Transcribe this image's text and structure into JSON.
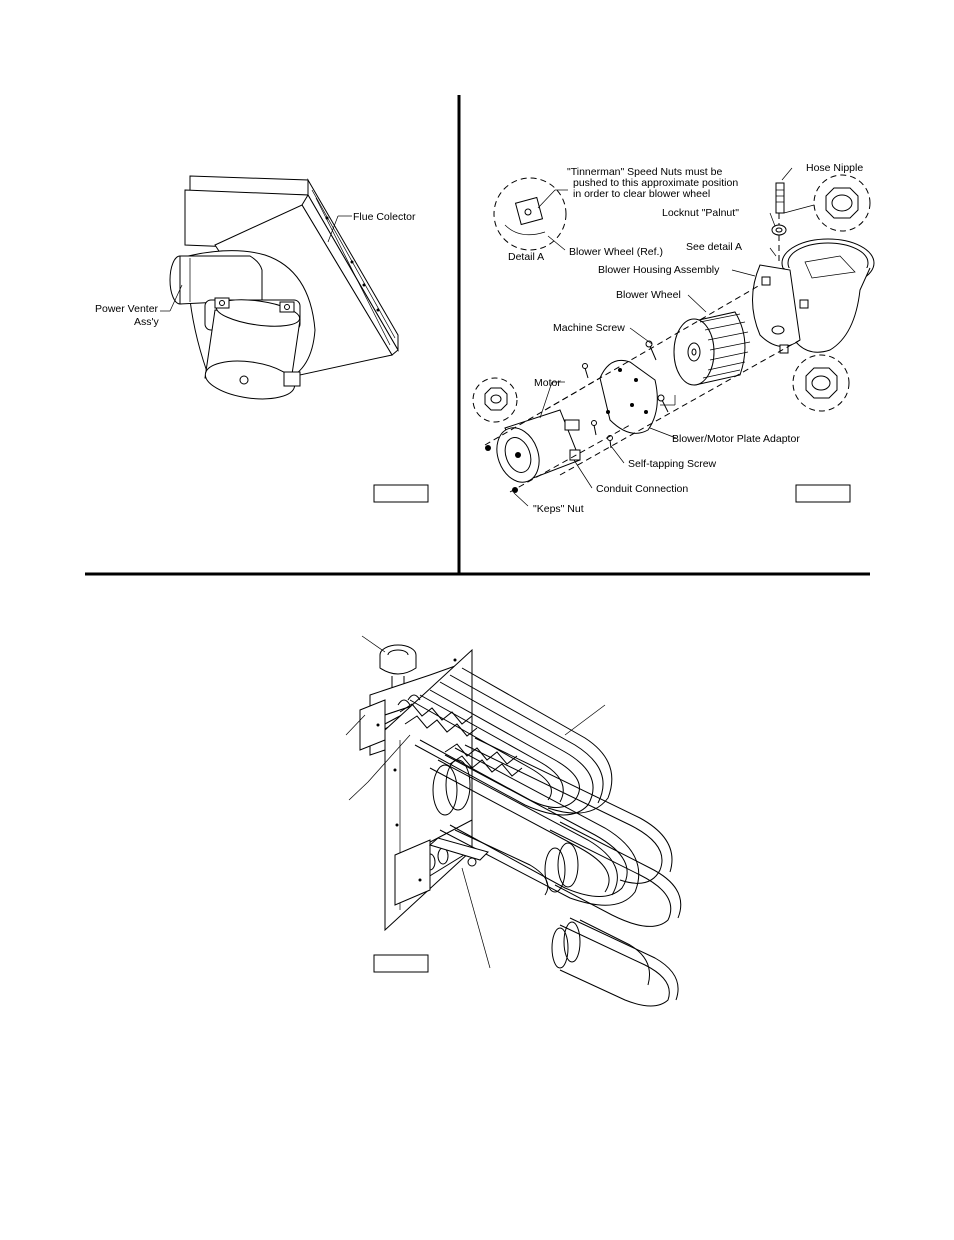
{
  "left_figure": {
    "labels": {
      "flue_collector": "Flue Colector",
      "power_venter_line1": "Power Venter",
      "power_venter_line2": "Ass'y"
    }
  },
  "right_figure": {
    "labels": {
      "tinnerman_line1": "\"Tinnerman\" Speed Nuts must be",
      "tinnerman_line2": "pushed to this approximate position",
      "tinnerman_line3": "in order to clear blower wheel",
      "hose_nipple": "Hose Nipple",
      "locknut_palnut": "Locknut \"Palnut\"",
      "see_detail_a": "See detail A",
      "detail_a": "Detail A",
      "blower_wheel_ref": "Blower Wheel (Ref.)",
      "blower_housing_assembly": "Blower Housing Assembly",
      "blower_wheel": "Blower Wheel",
      "machine_screw": "Machine Screw",
      "motor": "Motor",
      "blower_motor_plate_adaptor": "Blower/Motor Plate Adaptor",
      "self_tapping_screw": "Self-tapping Screw",
      "conduit_connection": "Conduit Connection",
      "keps_nut": "\"Keps\" Nut"
    }
  },
  "bottom_figure": {
    "labels": {}
  }
}
